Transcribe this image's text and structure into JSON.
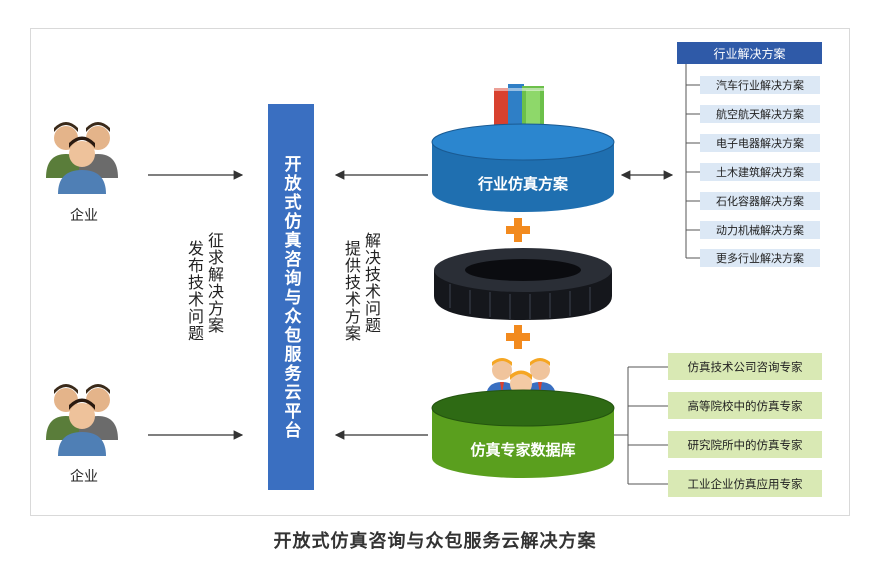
{
  "caption": "开放式仿真咨询与众包服务云解决方案",
  "enterprise_top": "企业",
  "enterprise_bottom": "企业",
  "left_vertical_col1": "征求解决方案",
  "left_vertical_col2": "发布技术问题",
  "right_vertical_col1": "解决技术问题",
  "right_vertical_col2": "提供技术方案",
  "platform": "开放式仿真咨询与众包服务云平台",
  "industry_db": "行业仿真方案",
  "expert_db": "仿真专家数据库",
  "solutions": {
    "header": "行业解决方案",
    "items": [
      "汽车行业解决方案",
      "航空航天解决方案",
      "电子电器解决方案",
      "土木建筑解决方案",
      "石化容器解决方案",
      "动力机械解决方案",
      "更多行业解决方案"
    ]
  },
  "experts": [
    "仿真技术公司咨询专家",
    "高等院校中的仿真专家",
    "研究院所中的仿真专家",
    "工业企业仿真应用专家"
  ],
  "colors": {
    "platform": "#3a6fc1",
    "industry_cylinder": "#1f6fb0",
    "expert_cylinder": "#5a9f1e",
    "plus": "#f28a1e",
    "solution_header": "#2f5aa8"
  }
}
